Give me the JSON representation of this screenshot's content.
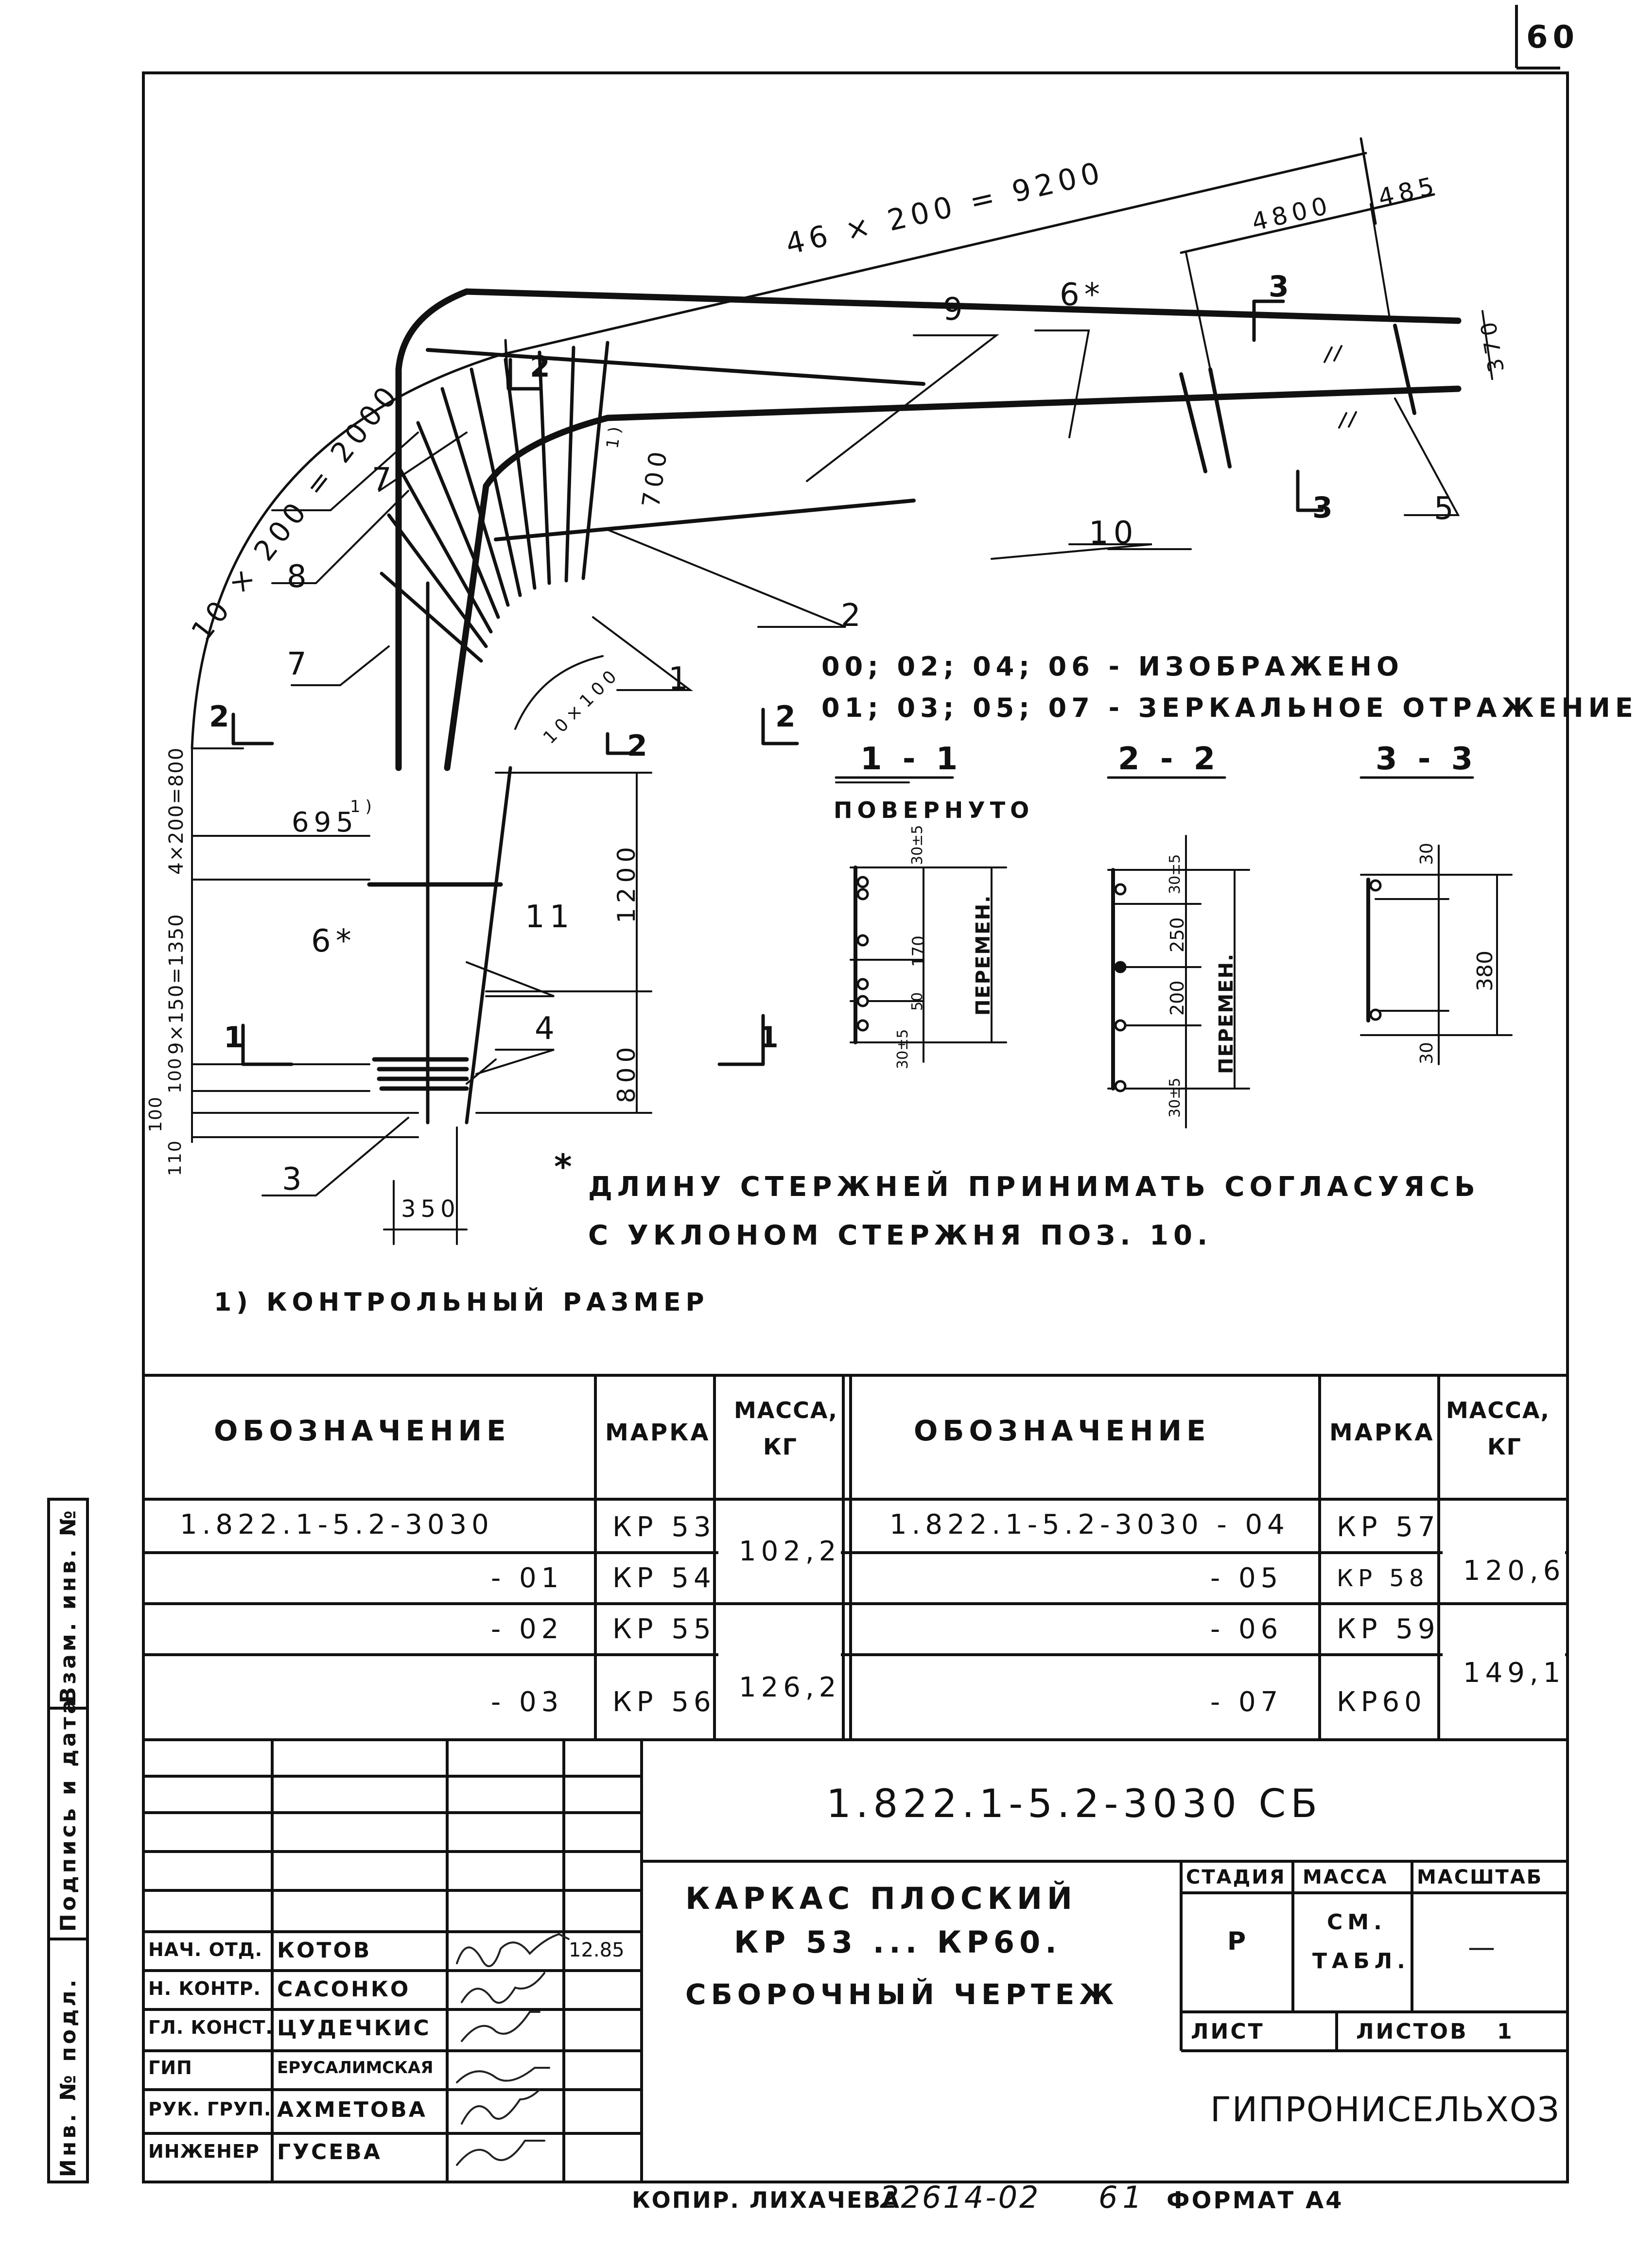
{
  "sheet_number": "60",
  "drawing": {
    "dims": {
      "d_46x200": "46 × 200 = 9200",
      "d_10x200": "10 × 200 = 2000",
      "d_4800": "4800",
      "d_485": "485",
      "d_370": "370",
      "d_700": "700",
      "d_700_note": "1)",
      "d_10x100": "10×100",
      "d_695": "695",
      "d_695_note": "1)",
      "d_4x200": "4×200=800",
      "d_9x150": "9×150=1350",
      "d_100a": "100",
      "d_100b": "100",
      "d_110": "110",
      "d_1200": "1200",
      "d_800": "800",
      "d_350": "350"
    },
    "positions": {
      "p9": "9",
      "p6s": "6*",
      "p10": "10",
      "p5": "5",
      "p2": "2",
      "p1": "1",
      "p7a": "7",
      "p8": "8",
      "p7b": "7",
      "p6s_b": "6*",
      "p11": "11",
      "p4": "4",
      "p3": "3"
    },
    "cuts": {
      "c2_top": "2",
      "c3_top": "3",
      "c3_bot": "3",
      "c2_left": "2",
      "c2_right": "2",
      "c2_small": "2",
      "c1_left": "1",
      "c1_right": "1"
    },
    "variant_note_1": "00; 02; 04; 06 - ИЗОБРАЖЕНО",
    "variant_note_2": "01; 03; 05; 07 - ЗЕРКАЛЬНОЕ ОТРАЖЕНИЕ",
    "sections": {
      "s11_title": "1 - 1",
      "s11_sub": "ПОВЕРНУТО",
      "s11_d30": "30±5",
      "s11_d170": "170",
      "s11_d50": "50",
      "s11_d30b": "30±5",
      "s11_var": "ПЕРЕМЕН.",
      "s22_title": "2 - 2",
      "s22_d30": "30±5",
      "s22_d250": "250",
      "s22_d200": "200",
      "s22_d30b": "30±5",
      "s22_var": "ПЕРЕМЕН.",
      "s33_title": "3 - 3",
      "s33_d30": "30",
      "s33_d380": "380",
      "s33_d30b": "30"
    },
    "note_star": "*",
    "note_line1": "ДЛИНУ СТЕРЖНЕЙ ПРИНИМАТЬ СОГЛАСУЯСЬ",
    "note_line2": "С УКЛОНОМ СТЕРЖНЯ ПОЗ. 10.",
    "note_control": "1) КОНТРОЛЬНЫЙ РАЗМЕР"
  },
  "spec_table": {
    "headers": {
      "designation": "ОБОЗНАЧЕНИЕ",
      "mark": "МАРКА",
      "mass_l1": "МАССА,",
      "mass_l2": "КГ"
    },
    "left": {
      "r0_des": "1.822.1-5.2-3030",
      "r0_mark": "КР 53",
      "r1_des": "- 01",
      "r1_mark": "КР 54",
      "r2_des": "- 02",
      "r2_mark": "КР 55",
      "r3_des": "- 03",
      "r3_mark": "КР 56",
      "mass_a": "102,2",
      "mass_b": "126,2"
    },
    "right": {
      "r0_des": "1.822.1-5.2-3030 - 04",
      "r0_mark": "КР 57",
      "r1_des": "- 05",
      "r1_mark": "КР 58",
      "r2_des": "- 06",
      "r2_mark": "КР 59",
      "r3_des": "- 07",
      "r3_mark": "КР60",
      "mass_a": "120,6",
      "mass_b": "149,1"
    }
  },
  "side_stamp": {
    "vzam": "Взам. инв. №",
    "podpis": "Подпись и дата",
    "inv": "Инв. № подл."
  },
  "title_block": {
    "code": "1.822.1-5.2-3030 СБ",
    "title_l1": "КАРКАС ПЛОСКИЙ",
    "title_l2": "КР 53 ... КР60.",
    "title_l3": "СБОРОЧНЫЙ ЧЕРТЕЖ",
    "stage_h": "СТАДИЯ",
    "mass_h": "МАССА",
    "scale_h": "МАСШТАБ",
    "stage_v": "Р",
    "mass_v1": "СМ.",
    "mass_v2": "ТАБЛ.",
    "scale_v": "—",
    "sheet_h": "ЛИСТ",
    "sheets_h": "ЛИСТОВ",
    "sheets_v": "1",
    "org": "ГИПРОНИСЕЛЬХОЗ",
    "date": "12.85",
    "people": [
      {
        "role": "НАЧ. ОТД.",
        "name": "КОТОВ"
      },
      {
        "role": "Н. КОНТР.",
        "name": "САСОНКО"
      },
      {
        "role": "ГЛ. КОНСТ.",
        "name": "ЦУДЕЧКИС"
      },
      {
        "role": "ГИП",
        "name": "ЕРУСАЛИМСКАЯ"
      },
      {
        "role": "РУК. ГРУП.",
        "name": "АХМЕТОВА"
      },
      {
        "role": "ИНЖЕНЕР",
        "name": "ГУСЕВА"
      }
    ]
  },
  "footer": {
    "copy": "КОПИР. ЛИХАЧЕВА",
    "num": "22614-02",
    "page": "61",
    "format": "ФОРМАТ А4"
  }
}
